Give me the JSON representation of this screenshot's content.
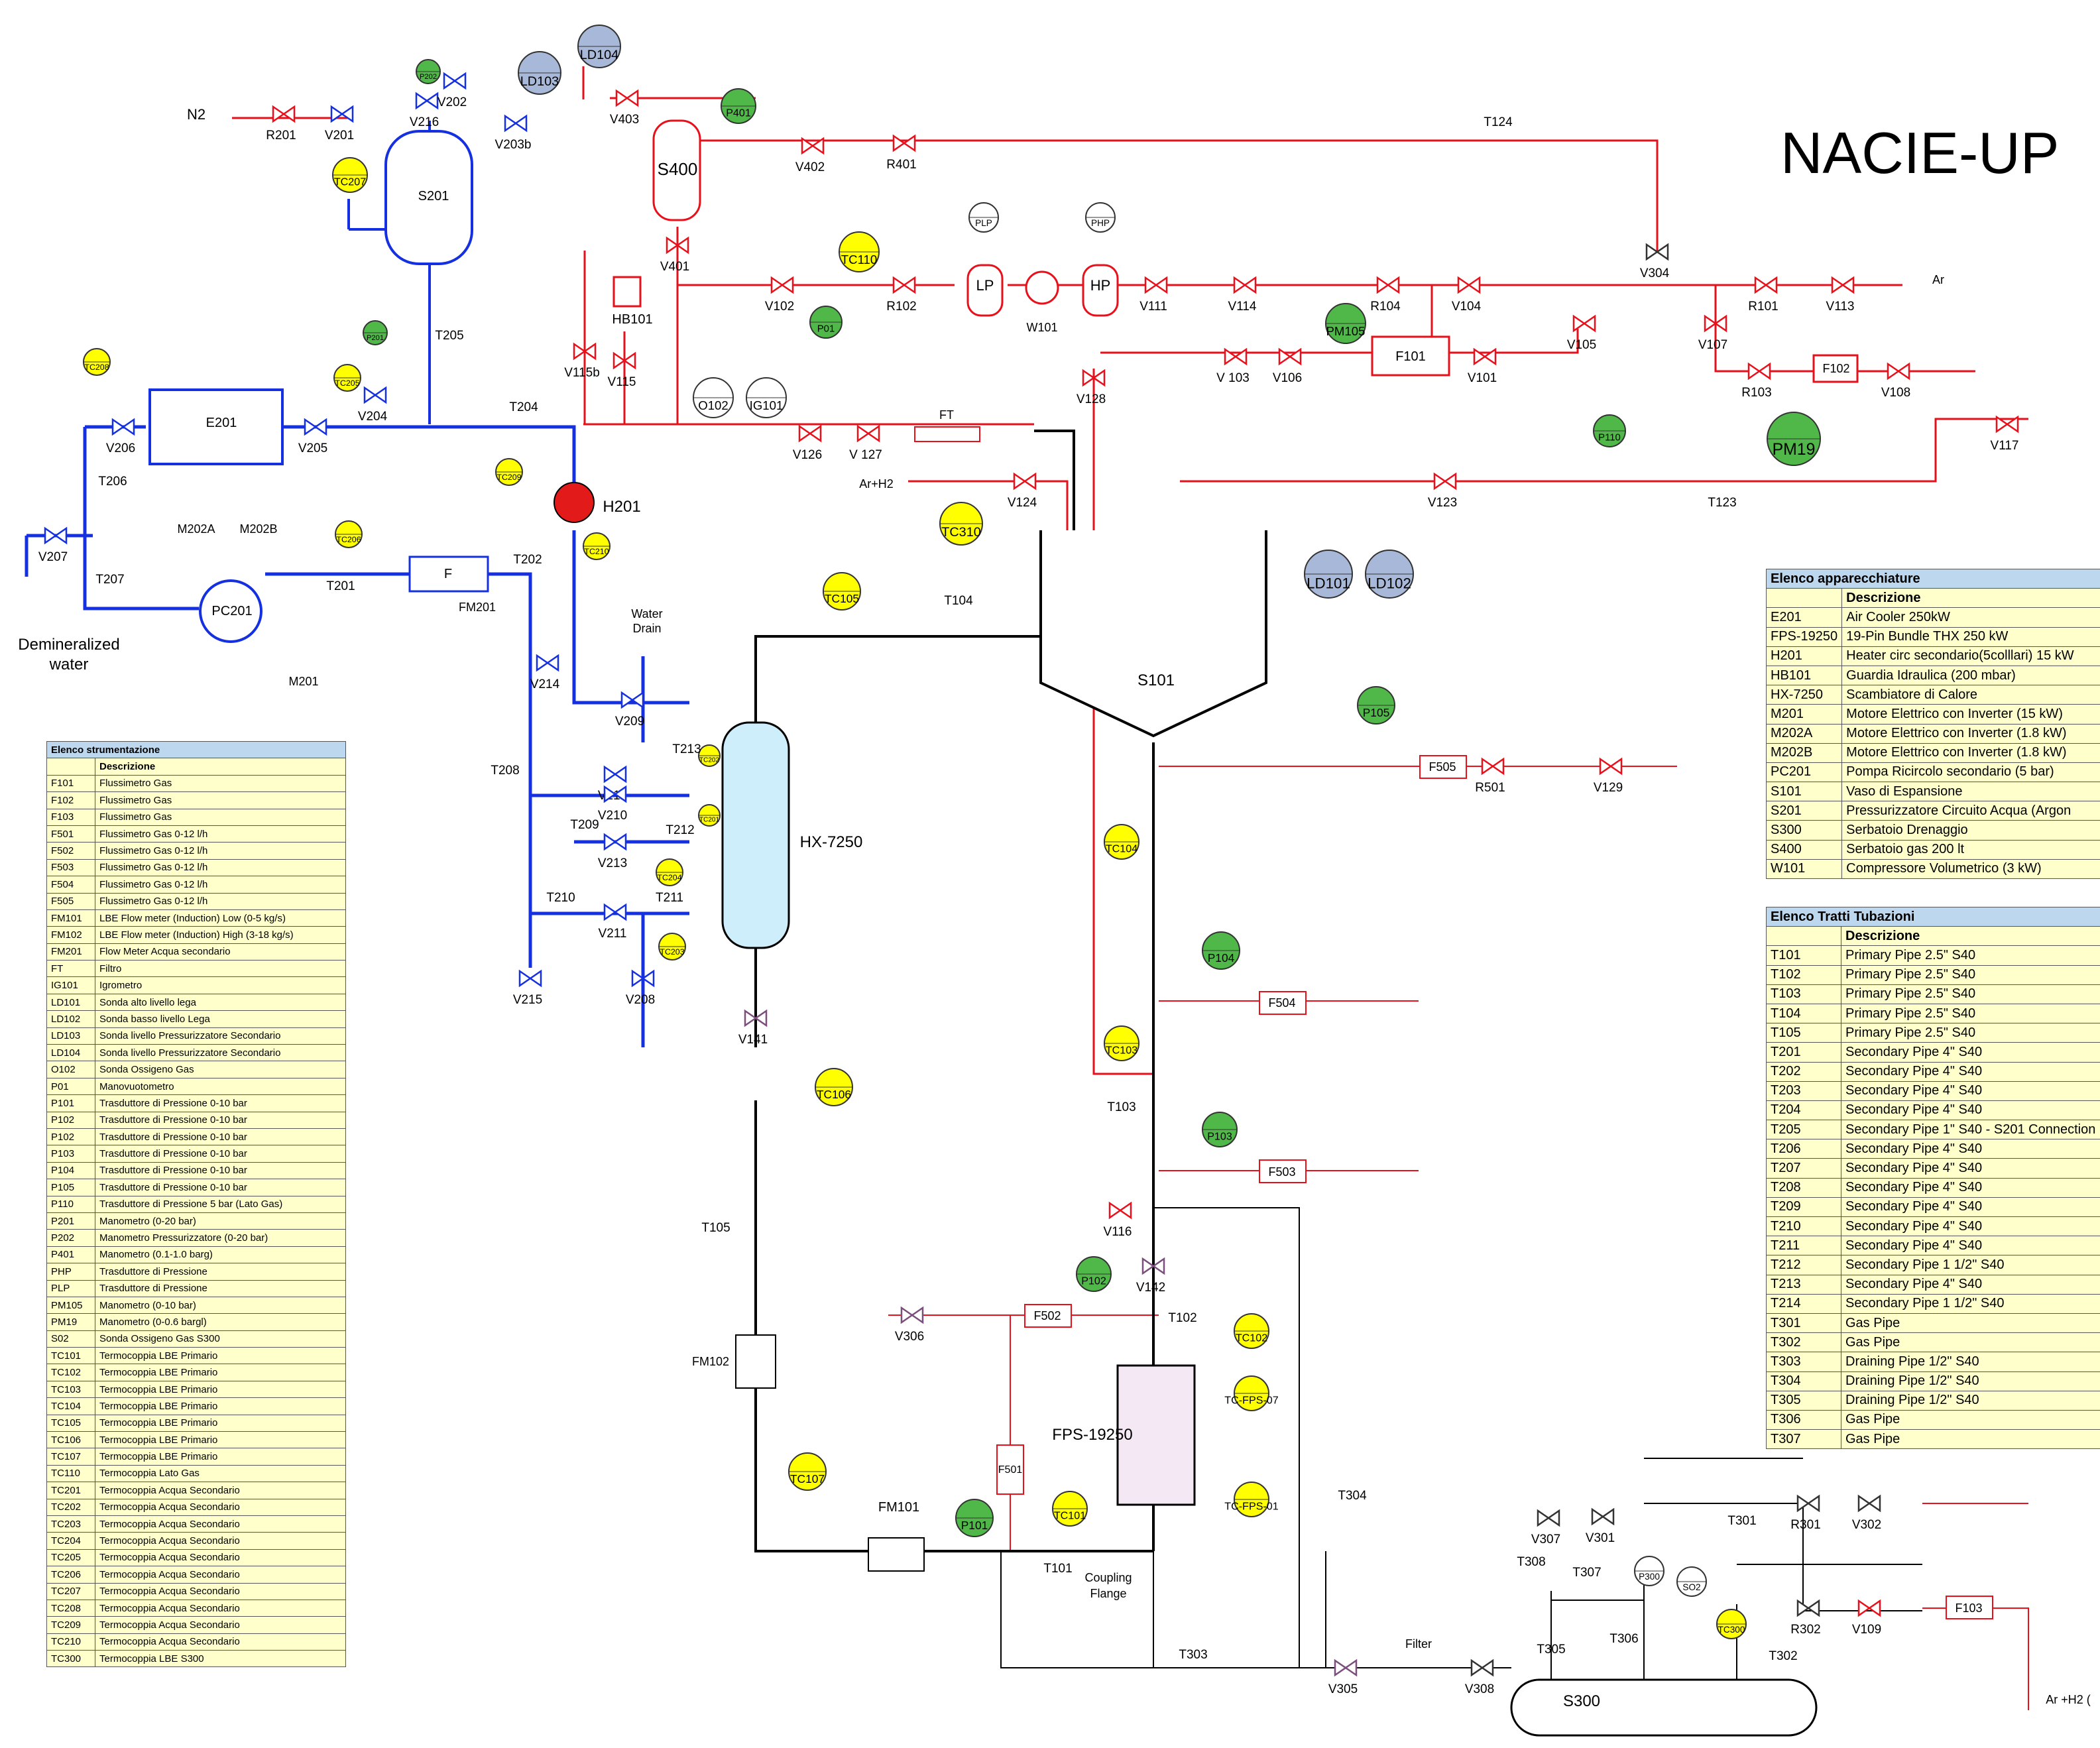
{
  "title": "NACIE-UP",
  "colors": {
    "gas": "#e8101a",
    "water": "#1530e0",
    "lbe": "#000000",
    "instrument_yellow": "#ffff00",
    "instrument_green": "#50b848",
    "level_blue": "#a8b8d8",
    "pressure_light": "#c8ecb0",
    "table_bg": "#ffffcc",
    "table_caption": "#bdd7ee"
  },
  "instruments": [
    {
      "id": "P202"
    },
    {
      "id": "LD104"
    },
    {
      "id": "LD103"
    },
    {
      "id": "P401"
    },
    {
      "id": "TC207"
    },
    {
      "id": "TC110"
    },
    {
      "id": "PLP"
    },
    {
      "id": "PHP"
    },
    {
      "id": "P01"
    },
    {
      "id": "PM105"
    },
    {
      "id": "TC208"
    },
    {
      "id": "P201"
    },
    {
      "id": "TC205"
    },
    {
      "id": "O102"
    },
    {
      "id": "IG101"
    },
    {
      "id": "P110"
    },
    {
      "id": "PM19"
    },
    {
      "id": "TC209"
    },
    {
      "id": "TC210"
    },
    {
      "id": "TC206"
    },
    {
      "id": "TC310"
    },
    {
      "id": "LD101"
    },
    {
      "id": "LD102"
    },
    {
      "id": "TC105"
    },
    {
      "id": "TC202"
    },
    {
      "id": "TC201"
    },
    {
      "id": "TC204"
    },
    {
      "id": "TC203"
    },
    {
      "id": "P105"
    },
    {
      "id": "TC104"
    },
    {
      "id": "P104"
    },
    {
      "id": "TC103"
    },
    {
      "id": "TC106"
    },
    {
      "id": "P103"
    },
    {
      "id": "P102"
    },
    {
      "id": "TC102"
    },
    {
      "id": "TC-FPS-07"
    },
    {
      "id": "TC107"
    },
    {
      "id": "P101"
    },
    {
      "id": "TC101"
    },
    {
      "id": "TC-FPS-01"
    },
    {
      "id": "P300"
    },
    {
      "id": "SO2"
    },
    {
      "id": "TC300"
    }
  ],
  "valves": [
    "R201",
    "V201",
    "V216",
    "V202",
    "V203b",
    "V403",
    "V402",
    "R401",
    "V401",
    "R102",
    "V102",
    "V111",
    "V114",
    "R104",
    "V104",
    "V304",
    "R101",
    "V113",
    "V105",
    "V107",
    "R103",
    "V108",
    "V117",
    "V115b",
    "V115",
    "V 103",
    "V106",
    "V101",
    "V126",
    "V 127",
    "V128",
    "V124",
    "V123",
    "V206",
    "V205",
    "V204",
    "V207",
    "V214",
    "V209",
    "V212",
    "V210",
    "V213",
    "V211",
    "V215",
    "V208",
    "V141",
    "R501",
    "V129",
    "V116",
    "V142",
    "V306",
    "V305",
    "V308",
    "V307",
    "V301",
    "R301",
    "V302",
    "R302",
    "V109"
  ],
  "equipment": [
    "S400",
    "S201",
    "HB101",
    "LP",
    "HP",
    "W101",
    "F101",
    "F102",
    "FT",
    "E201",
    "M202A",
    "M202B",
    "H201",
    "F",
    "PC201",
    "M201",
    "HX-7250",
    "S101",
    "F505",
    "F504",
    "F503",
    "F502",
    "F501",
    "FPS-19250",
    "FM102",
    "FM101",
    "S300",
    "F103",
    "Filter"
  ],
  "lines": [
    "T124",
    "T205",
    "T204",
    "T206",
    "T207",
    "T201",
    "T202",
    "T208",
    "T209",
    "T210",
    "T211",
    "T212",
    "T213",
    "T104",
    "T105",
    "T103",
    "T102",
    "T101",
    "T123",
    "T304",
    "T303",
    "T305",
    "T306",
    "T307",
    "T308",
    "T301",
    "T302"
  ],
  "misc": [
    "N2",
    "Ar",
    "Ar+H2",
    "Ar +H2 (",
    "Demineralized",
    "water",
    "Water",
    "Drain",
    "FM201",
    "Coupling",
    "Flange"
  ],
  "strumentazione": {
    "caption": "Elenco strumentazione",
    "header": [
      "",
      "Descrizione"
    ],
    "rows": [
      [
        "F101",
        "Flussimetro Gas"
      ],
      [
        "F102",
        "Flussimetro Gas"
      ],
      [
        "F103",
        "Flussimetro Gas"
      ],
      [
        "F501",
        "Flussimetro Gas 0-12 l/h"
      ],
      [
        "F502",
        "Flussimetro Gas 0-12 l/h"
      ],
      [
        "F503",
        "Flussimetro Gas 0-12 l/h"
      ],
      [
        "F504",
        "Flussimetro Gas 0-12 l/h"
      ],
      [
        "F505",
        "Flussimetro Gas 0-12 l/h"
      ],
      [
        "FM101",
        "LBE Flow meter (Induction) Low  (0-5 kg/s)"
      ],
      [
        "FM102",
        "LBE Flow meter (Induction) High (3-18 kg/s)"
      ],
      [
        "FM201",
        "Flow  Meter Acqua secondario"
      ],
      [
        "FT",
        "Filtro"
      ],
      [
        "IG101",
        "Igrometro"
      ],
      [
        "LD101",
        "Sonda alto livello lega"
      ],
      [
        "LD102",
        "Sonda basso livello Lega"
      ],
      [
        "LD103",
        "Sonda livello Pressurizzatore Secondario"
      ],
      [
        "LD104",
        "Sonda livello Pressurizzatore Secondario"
      ],
      [
        "O102",
        "Sonda Ossigeno Gas"
      ],
      [
        "P01",
        "Manovuotometro"
      ],
      [
        "P101",
        "Trasduttore di Pressione 0-10 bar"
      ],
      [
        "P102",
        "Trasduttore di Pressione 0-10 bar"
      ],
      [
        "P102",
        "Trasduttore di Pressione 0-10 bar"
      ],
      [
        "P103",
        "Trasduttore di Pressione 0-10 bar"
      ],
      [
        "P104",
        "Trasduttore di Pressione 0-10 bar"
      ],
      [
        "P105",
        "Trasduttore di Pressione 0-10 bar"
      ],
      [
        "P110",
        "Trasduttore di Pressione 5 bar (Lato Gas)"
      ],
      [
        "P201",
        "Manometro (0-20 bar)"
      ],
      [
        "P202",
        "Manometro Pressurizzatore (0-20 bar)"
      ],
      [
        "P401",
        "Manometro (0.1-1.0 barg)"
      ],
      [
        "PHP",
        "Trasduttore di Pressione"
      ],
      [
        "PLP",
        "Trasduttore di Pressione"
      ],
      [
        "PM105",
        "Manometro (0-10 bar)"
      ],
      [
        "PM19",
        "Manometro (0-0.6 bargl)"
      ],
      [
        "S02",
        "Sonda Ossigeno Gas S300"
      ],
      [
        "TC101",
        "Termocoppia LBE Primario"
      ],
      [
        "TC102",
        "Termocoppia LBE Primario"
      ],
      [
        "TC103",
        "Termocoppia LBE Primario"
      ],
      [
        "TC104",
        "Termocoppia LBE Primario"
      ],
      [
        "TC105",
        "Termocoppia LBE Primario"
      ],
      [
        "TC106",
        "Termocoppia LBE Primario"
      ],
      [
        "TC107",
        "Termocoppia LBE Primario"
      ],
      [
        "TC110",
        "Termocoppia Lato Gas"
      ],
      [
        "TC201",
        "Termocoppia Acqua Secondario"
      ],
      [
        "TC202",
        "Termocoppia Acqua Secondario"
      ],
      [
        "TC203",
        "Termocoppia Acqua Secondario"
      ],
      [
        "TC204",
        "Termocoppia Acqua Secondario"
      ],
      [
        "TC205",
        "Termocoppia Acqua Secondario"
      ],
      [
        "TC206",
        "Termocoppia Acqua Secondario"
      ],
      [
        "TC207",
        "Termocoppia Acqua Secondario"
      ],
      [
        "TC208",
        "Termocoppia Acqua Secondario"
      ],
      [
        "TC209",
        "Termocoppia Acqua Secondario"
      ],
      [
        "TC210",
        "Termocoppia Acqua Secondario"
      ],
      [
        "TC300",
        "Termocoppia LBE S300"
      ]
    ]
  },
  "apparecchiature": {
    "caption": "Elenco apparecchiature",
    "header": [
      "",
      "Descrizione"
    ],
    "rows": [
      [
        "E201",
        "Air Cooler 250kW"
      ],
      [
        "FPS-19250",
        "19-Pin Bundle THX 250 kW"
      ],
      [
        "H201",
        "Heater circ secondario(5colllari) 15 kW"
      ],
      [
        "HB101",
        "Guardia Idraulica (200 mbar)"
      ],
      [
        "HX-7250",
        "Scambiatore di Calore"
      ],
      [
        "M201",
        "Motore Elettrico con Inverter (15 kW)"
      ],
      [
        "M202A",
        "Motore Elettrico con Inverter (1.8 kW)"
      ],
      [
        "M202B",
        "Motore Elettrico con Inverter (1.8 kW)"
      ],
      [
        "PC201",
        "Pompa Ricircolo secondario (5 bar)"
      ],
      [
        "S101",
        "Vaso di Espansione"
      ],
      [
        "S201",
        "Pressurizzatore Circuito Acqua (Argon"
      ],
      [
        "S300",
        "Serbatoio Drenaggio"
      ],
      [
        "S400",
        "Serbatoio gas 200 lt"
      ],
      [
        "W101",
        "Compressore Volumetrico (3 kW)"
      ]
    ]
  },
  "tubazioni": {
    "caption": "Elenco Tratti Tubazioni",
    "header": [
      "",
      "Descrizione"
    ],
    "rows": [
      [
        "T101",
        "Primary Pipe 2.5\" S40"
      ],
      [
        "T102",
        "Primary Pipe 2.5\" S40"
      ],
      [
        "T103",
        "Primary Pipe 2.5\" S40"
      ],
      [
        "T104",
        "Primary Pipe 2.5\" S40"
      ],
      [
        "T105",
        "Primary Pipe 2.5\" S40"
      ],
      [
        "T201",
        "Secondary Pipe 4\" S40"
      ],
      [
        "T202",
        "Secondary Pipe 4\" S40"
      ],
      [
        "T203",
        "Secondary Pipe 4\" S40"
      ],
      [
        "T204",
        "Secondary Pipe 4\" S40"
      ],
      [
        "T205",
        "Secondary Pipe 1\" S40 - S201 Connection"
      ],
      [
        "T206",
        "Secondary Pipe 4\" S40"
      ],
      [
        "T207",
        "Secondary Pipe 4\" S40"
      ],
      [
        "T208",
        "Secondary Pipe 4\" S40"
      ],
      [
        "T209",
        "Secondary Pipe 4\" S40"
      ],
      [
        "T210",
        "Secondary Pipe 4\" S40"
      ],
      [
        "T211",
        "Secondary Pipe 4\" S40"
      ],
      [
        "T212",
        "Secondary Pipe 1 1/2\" S40"
      ],
      [
        "T213",
        "Secondary Pipe 4\" S40"
      ],
      [
        "T214",
        "Secondary Pipe 1 1/2\" S40"
      ],
      [
        "T301",
        "Gas Pipe"
      ],
      [
        "T302",
        "Gas Pipe"
      ],
      [
        "T303",
        "Draining Pipe 1/2\" S40"
      ],
      [
        "T304",
        "Draining Pipe 1/2\" S40"
      ],
      [
        "T305",
        "Draining Pipe 1/2\" S40"
      ],
      [
        "T306",
        "Gas Pipe"
      ],
      [
        "T307",
        "Gas Pipe"
      ]
    ]
  }
}
